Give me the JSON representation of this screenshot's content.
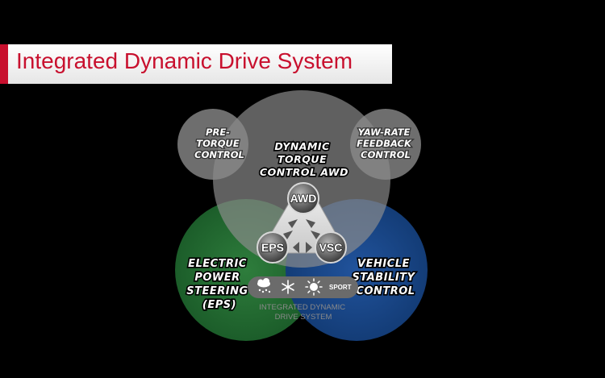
{
  "title": "Integrated Dynamic Drive System",
  "circles": {
    "pre_torque": [
      "PRE-",
      "TORQUE",
      "CONTROL"
    ],
    "dynamic_torque": [
      "DYNAMIC",
      "TORQUE",
      "CONTROL AWD"
    ],
    "yaw_rate": [
      "YAW-RATE",
      "FEEDBACK",
      "CONTROL"
    ],
    "eps": [
      "ELECTRIC",
      "POWER",
      "STEERING",
      "(EPS)"
    ],
    "vsc": [
      "VEHICLE",
      "STABILITY",
      "CONTROL"
    ]
  },
  "nodes": {
    "awd": "AWD",
    "eps": "EPS",
    "vsc": "VSC"
  },
  "modes": {
    "sport": "SPORT"
  },
  "system_label": [
    "INTEGRATED DYNAMIC",
    "DRIVE SYSTEM"
  ],
  "colors": {
    "accent": "#c8102e",
    "green": "#1f6a2f",
    "blue": "#16407e",
    "gray": "#8c8c8c"
  }
}
